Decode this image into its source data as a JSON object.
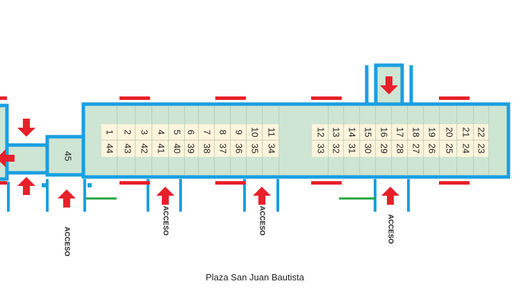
{
  "plan": {
    "colors": {
      "wall": "#1a9fe0",
      "floor": "#cfe5d3",
      "stall": "#fdf4dc",
      "marker": "#e8202a",
      "arrow": "#e8202a",
      "gate": "#1fa33a",
      "text": "#222222"
    },
    "west_stall": "45",
    "stalls": [
      {
        "top": "1",
        "bottom": "44"
      },
      {
        "top": "2",
        "bottom": "43"
      },
      {
        "top": "3",
        "bottom": "42"
      },
      {
        "top": "4",
        "bottom": "41"
      },
      {
        "top": "5",
        "bottom": "40"
      },
      {
        "top": "6",
        "bottom": "39"
      },
      {
        "top": "7",
        "bottom": "38"
      },
      {
        "top": "8",
        "bottom": "37"
      },
      {
        "top": "9",
        "bottom": "36"
      },
      {
        "top": "10",
        "bottom": "35"
      },
      {
        "top": "11",
        "bottom": "34"
      },
      {
        "top": "12",
        "bottom": "33"
      },
      {
        "top": "13",
        "bottom": "32"
      },
      {
        "top": "14",
        "bottom": "31"
      },
      {
        "top": "15",
        "bottom": "30"
      },
      {
        "top": "16",
        "bottom": "29"
      },
      {
        "top": "17",
        "bottom": "28"
      },
      {
        "top": "18",
        "bottom": "27"
      },
      {
        "top": "19",
        "bottom": "26"
      },
      {
        "top": "20",
        "bottom": "25"
      },
      {
        "top": "21",
        "bottom": "24"
      },
      {
        "top": "22",
        "bottom": "23"
      }
    ],
    "access_label": "ACCESO",
    "street_label": "Plaza San Juan Bautista"
  }
}
